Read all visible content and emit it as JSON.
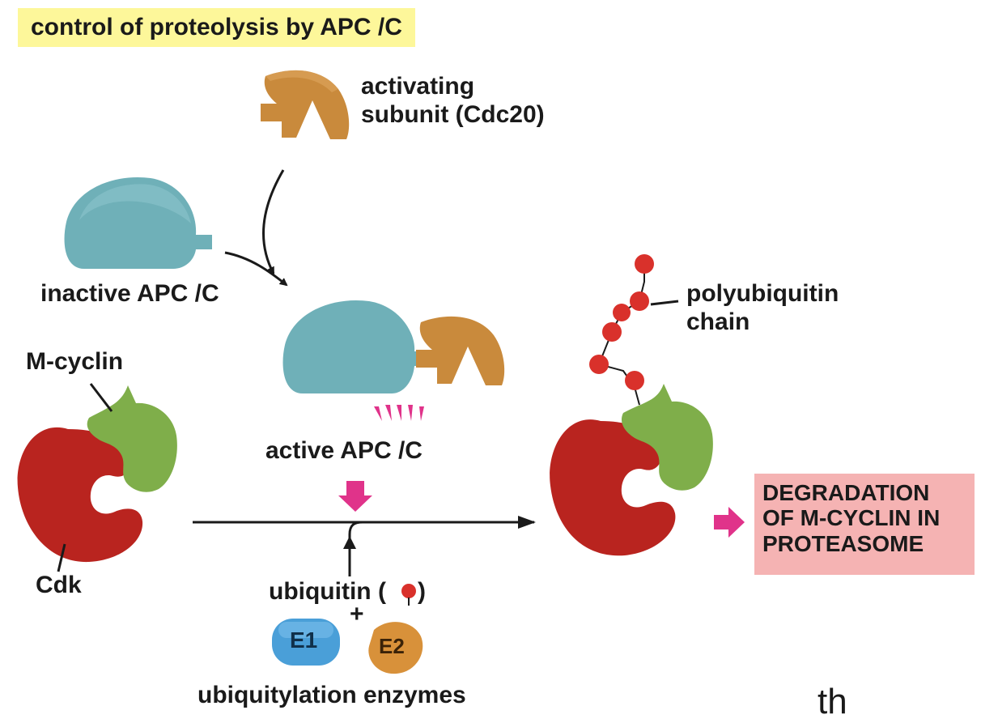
{
  "title": "control of proteolysis by APC /C",
  "labels": {
    "activating_subunit": [
      "activating",
      "subunit (Cdc20)"
    ],
    "inactive_apc": "inactive APC /C",
    "active_apc": "active APC /C",
    "m_cyclin": "M-cyclin",
    "cdk": "Cdk",
    "ubiquitin": "ubiquitin (",
    "ubiquitin_close": ")",
    "plus": "+",
    "e1": "E1",
    "e2": "E2",
    "enzymes": "ubiquitylation enzymes",
    "polyubiquitin": [
      "polyubiquitin",
      "chain"
    ],
    "degradation": [
      "DEGRADATION",
      "OF M-CYCLIN IN",
      "PROTEASOME"
    ],
    "cut_off_text": "th"
  },
  "colors": {
    "title_bg": "#fdf79a",
    "degradation_bg": "#f5b3b3",
    "apc_teal": "#6fb0b8",
    "cdc20_orange": "#c98a3c",
    "cyclin_green": "#7fae4a",
    "cdk_red": "#b9241f",
    "ubiquitin_red": "#d9312b",
    "magenta": "#e0338a",
    "e1_blue": "#4a9fd8",
    "e2_orange": "#d8913a"
  }
}
